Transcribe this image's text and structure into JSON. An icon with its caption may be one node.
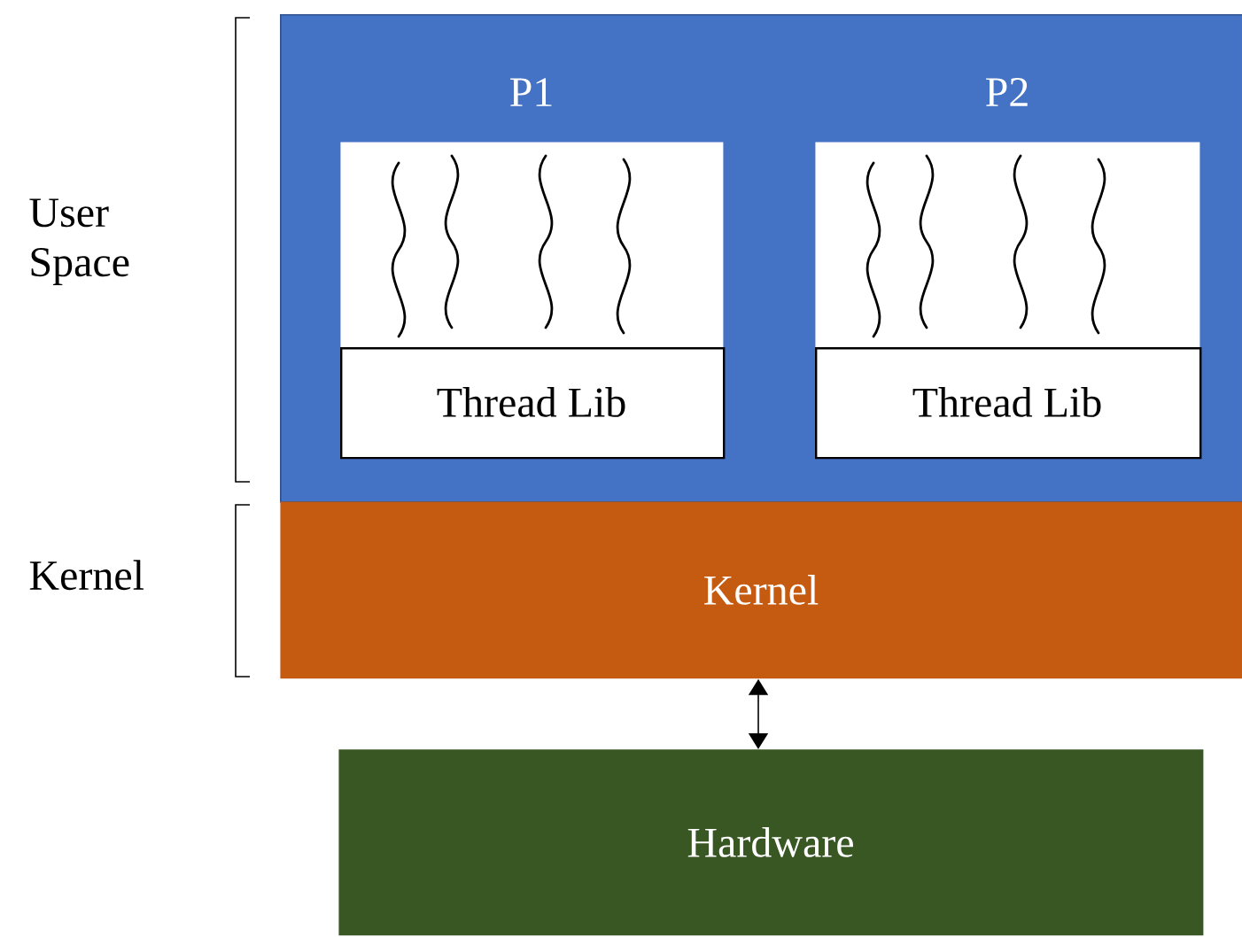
{
  "diagram": {
    "nodes": [
      {
        "text": [],
        "shape": "box"
      },
      {
        "text": [
          "P1"
        ],
        "in": 0
      },
      {
        "text": [
          "Thread Lib"
        ],
        "in": 1
      },
      {
        "text": [
          "P2"
        ],
        "in": 0
      },
      {
        "text": [
          "Thread Lib"
        ],
        "in": 3
      },
      {
        "text": [
          "Kernel"
        ]
      },
      {
        "text": [
          "Hardware"
        ]
      }
    ],
    "edges": [
      {
        "from": 5,
        "to": 6,
        "arrow": "both"
      }
    ],
    "labels": [
      "User Space",
      "Kernel"
    ]
  }
}
